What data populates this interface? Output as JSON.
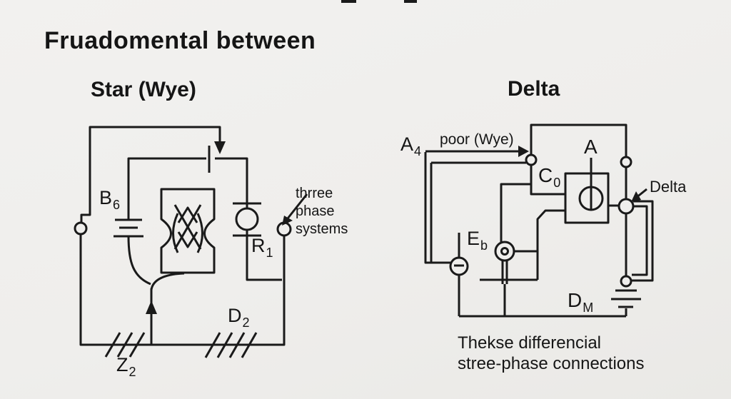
{
  "page": {
    "background": "#efeeec",
    "line_color": "#1a1a1a",
    "text_color": "#151515"
  },
  "header": {
    "title": "Fruadomental between"
  },
  "star": {
    "title": "Star (Wye)",
    "labels": {
      "b": {
        "main": "B",
        "sub": "6"
      },
      "r": {
        "main": "R",
        "sub": "1"
      },
      "d": {
        "main": "D",
        "sub": "2"
      },
      "z": {
        "main": "Z",
        "sub": "2"
      }
    },
    "annotation": {
      "line1": "thrree",
      "line2": "phase",
      "line3": "systems"
    }
  },
  "delta": {
    "title": "Delta",
    "labels": {
      "a4": {
        "main": "A",
        "sub": "4"
      },
      "a": "A",
      "c": {
        "main": "C",
        "sub": "0"
      },
      "e": {
        "main": "E",
        "sub": "b"
      },
      "d": {
        "main": "D",
        "sub": "M"
      }
    },
    "wire_label": "poor (Wye)",
    "callout": "Delta",
    "caption": {
      "line1": "Thekse differencial",
      "line2": "stree-phase connections"
    }
  }
}
